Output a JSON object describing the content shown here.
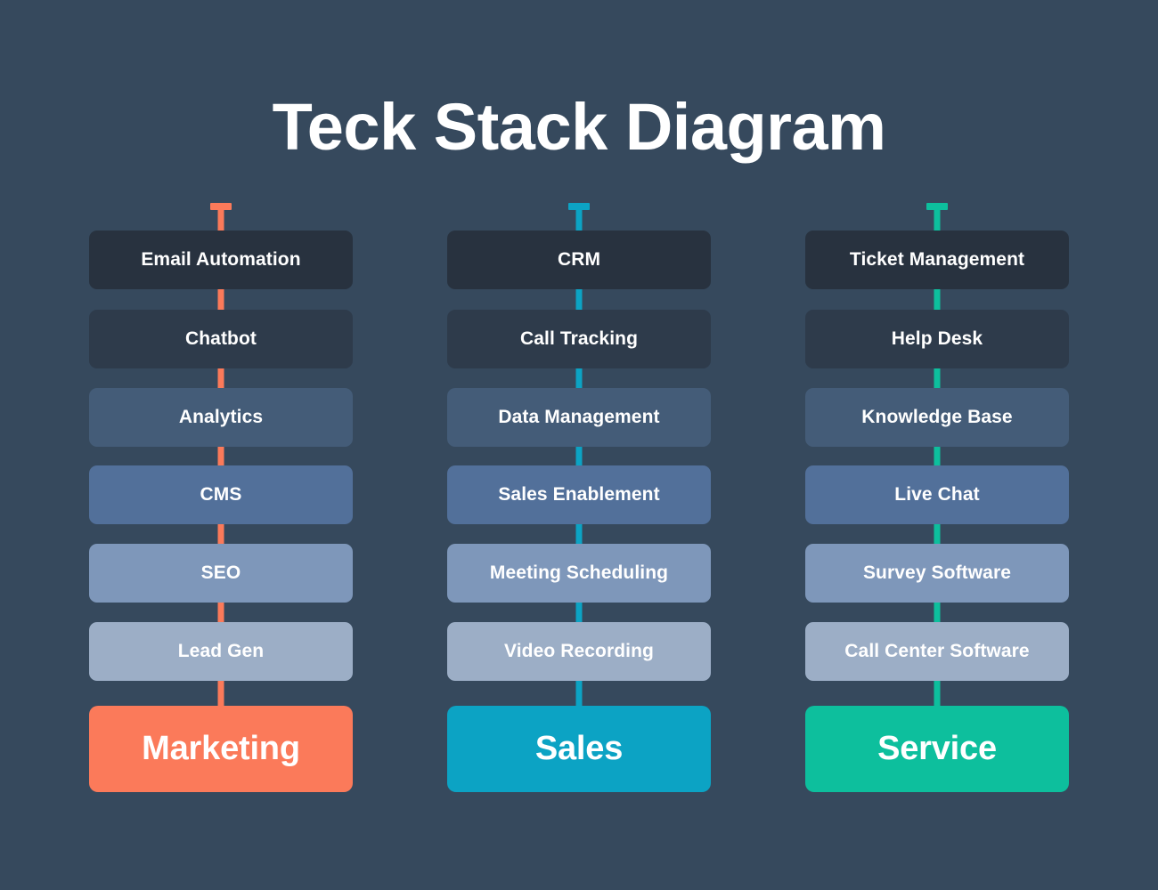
{
  "title": "Teck Stack Diagram",
  "theme": {
    "background": "#36495D",
    "text": "#FFFFFF",
    "shades": [
      "#28323F",
      "#2E3B4B",
      "#445C78",
      "#52709A",
      "#7E97BA",
      "#9CAEC6"
    ]
  },
  "columns": [
    {
      "id": "marketing",
      "accent": "#FB7A5A",
      "footer_label": "Marketing",
      "layers": [
        "Email Automation",
        "Chatbot",
        "Analytics",
        "CMS",
        "SEO",
        "Lead Gen"
      ]
    },
    {
      "id": "sales",
      "accent": "#0CA3C4",
      "footer_label": "Sales",
      "layers": [
        "CRM",
        "Call Tracking",
        "Data Management",
        "Sales Enablement",
        "Meeting Scheduling",
        "Video Recording"
      ]
    },
    {
      "id": "service",
      "accent": "#0DBF9D",
      "footer_label": "Service",
      "layers": [
        "Ticket Management",
        "Help Desk",
        "Knowledge Base",
        "Live Chat",
        "Survey Software",
        "Call Center Software"
      ]
    }
  ]
}
